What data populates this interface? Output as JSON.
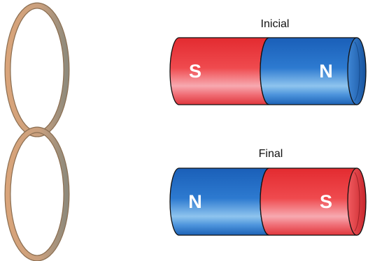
{
  "panels": [
    {
      "caption": "Inicial",
      "magnet": {
        "left_pole": "S",
        "right_pole": "N",
        "left_color": "#e8343c",
        "right_color": "#1f6cc4"
      }
    },
    {
      "caption": "Final",
      "magnet": {
        "left_pole": "N",
        "right_pole": "S",
        "left_color": "#1f6cc4",
        "right_color": "#e8343c"
      }
    }
  ],
  "colors": {
    "ring": "#c7a07c",
    "ring_edge": "#9a7a5a",
    "south": "#e8343c",
    "north": "#1f6cc4"
  }
}
